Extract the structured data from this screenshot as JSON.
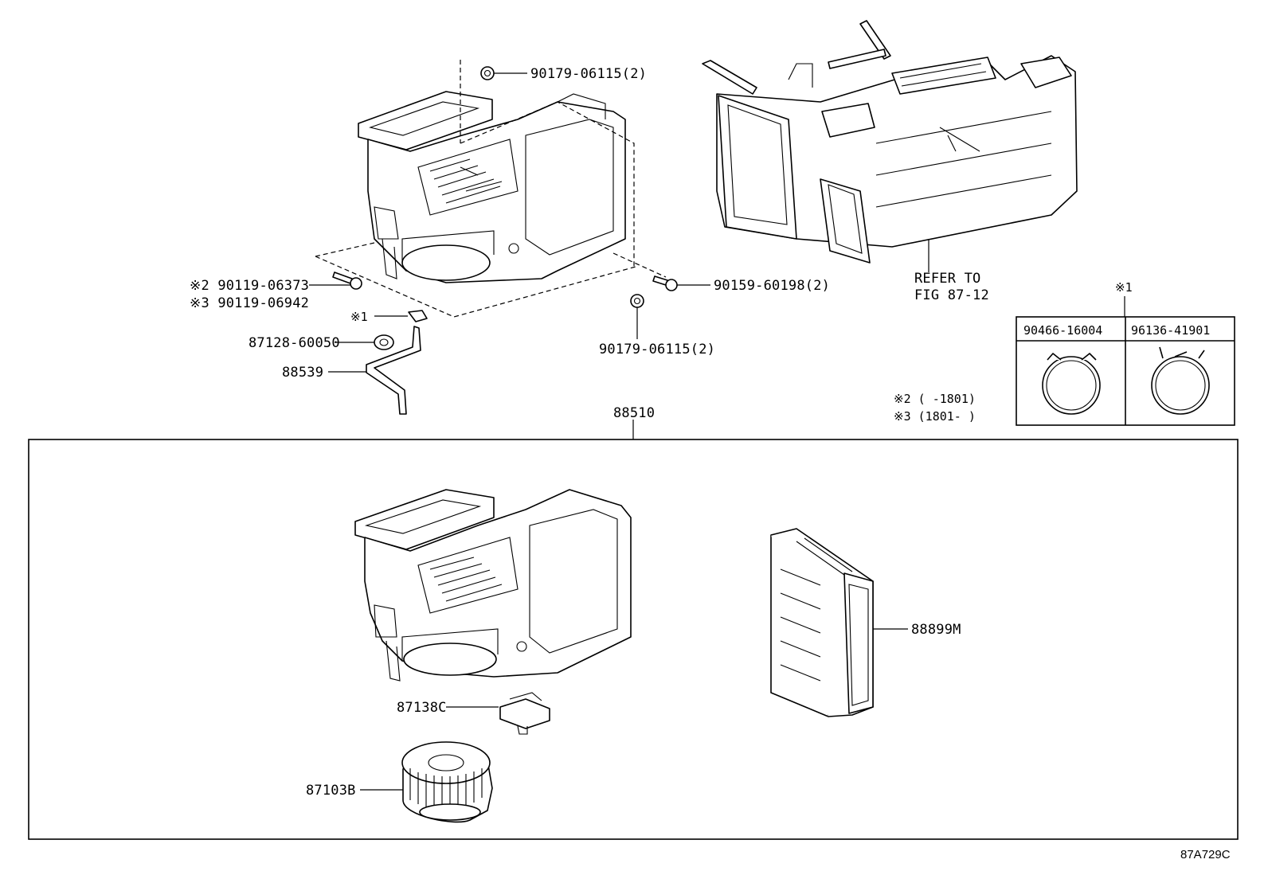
{
  "callouts": {
    "screw_top": "90179-06115(2)",
    "bolt_v2": "※2 90119-06373",
    "bolt_v3": "※3 90119-06942",
    "clamp_note": "※1",
    "grommet": "87128-60050",
    "drain_hose": "88539",
    "screw_bottom": "90179-06115(2)",
    "bolt_right": "90159-60198(2)",
    "refer_line1": "REFER TO",
    "refer_line2": "FIG 87-12",
    "assembly": "88510",
    "resistor": "87138C",
    "blower_motor": "87103B",
    "filter_case": "88899M"
  },
  "clamp_table": {
    "marker": "※1",
    "columns": [
      "90466-16004",
      "96136-41901"
    ]
  },
  "notes": {
    "variant2": "※2 (      -1801)",
    "variant3": "※3 (1801-      )"
  },
  "figure_id": "87A729C",
  "icons": [
    "heater-unit-icon",
    "heater-core-housing-icon",
    "clamp-icon",
    "blower-fan-icon",
    "filter-case-icon",
    "resistor-icon",
    "drain-hose-icon"
  ]
}
